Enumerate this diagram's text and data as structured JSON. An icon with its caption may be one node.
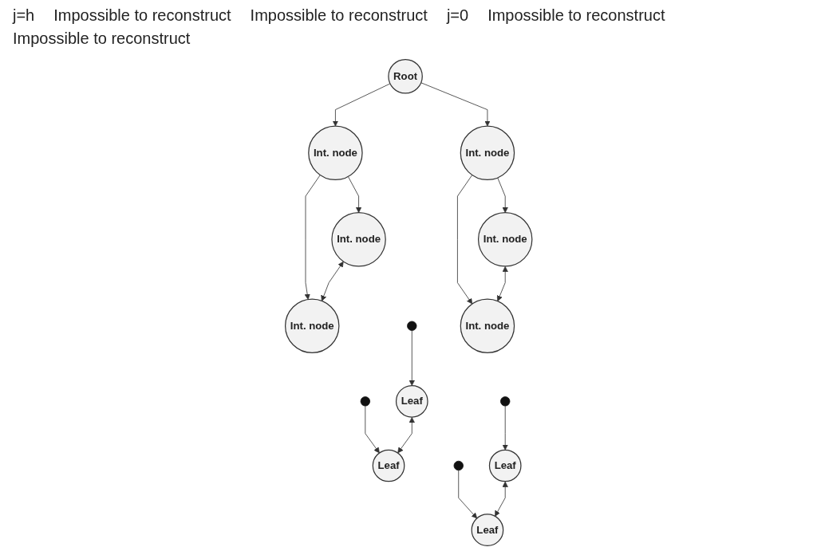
{
  "diagram": {
    "nodes": [
      {
        "text": [
          "Root"
        ]
      },
      {
        "text": [
          "Int. node"
        ]
      },
      {
        "text": [
          "Int. node"
        ]
      },
      {
        "text": [
          "Int. node"
        ]
      },
      {
        "text": [
          "Int. node"
        ]
      },
      {
        "text": [
          "Int. node"
        ]
      },
      {
        "text": [
          "Int. node"
        ]
      },
      {
        "text": [
          "Leaf"
        ]
      },
      {
        "text": [
          "Leaf"
        ]
      },
      {
        "text": [
          "Leaf"
        ]
      },
      {
        "text": [
          "Leaf"
        ]
      }
    ],
    "edges": [
      {
        "from": 0,
        "to": 1,
        "arrow": "to"
      },
      {
        "from": 0,
        "to": 2,
        "arrow": "to"
      },
      {
        "from": 1,
        "to": 3,
        "arrow": "to"
      },
      {
        "from": 1,
        "to": 4,
        "arrow": "to"
      },
      {
        "from": 2,
        "to": 5,
        "arrow": "to"
      },
      {
        "from": 2,
        "to": 6,
        "arrow": "to"
      },
      {
        "from": 3,
        "to": 4,
        "arrow": "both"
      },
      {
        "from": 5,
        "to": 6,
        "arrow": "both"
      },
      {
        "from": null,
        "to": 7,
        "arrow": "to"
      },
      {
        "from": null,
        "to": 8,
        "arrow": "to"
      },
      {
        "from": null,
        "to": 9,
        "arrow": "to"
      },
      {
        "from": null,
        "to": 10,
        "arrow": "to"
      },
      {
        "from": 7,
        "to": 8,
        "arrow": "both"
      },
      {
        "from": 9,
        "to": 10,
        "arrow": "both"
      }
    ],
    "labels": [
      "j=h",
      "Impossible to reconstruct",
      "Impossible to reconstruct",
      "j=0",
      "Impossible to reconstruct",
      "Impossible to reconstruct"
    ]
  }
}
